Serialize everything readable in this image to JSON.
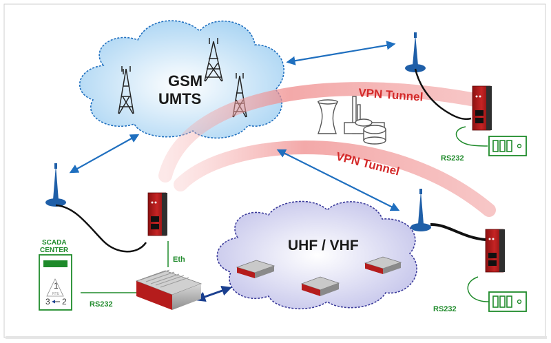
{
  "clouds": {
    "gsm_line1": "GSM",
    "gsm_line2": "UMTS",
    "uhf": "UHF / VHF"
  },
  "tunnels": {
    "upper": "VPN Tunnel",
    "lower": "VPN Tunnel"
  },
  "links": {
    "eth": "Eth",
    "rs232_left": "RS232",
    "rs232_top_right": "RS232",
    "rs232_bottom_right": "RS232"
  },
  "scada": {
    "line1": "SCADA",
    "line2": "CENTER",
    "rtu": "RTU",
    "n1": "1",
    "n2": "2",
    "n3": "3"
  },
  "colors": {
    "arrow": "#1f6fbf",
    "tunnel": "#f08a8a",
    "tunnel_text": "#d42a2a",
    "green": "#1e8a2a",
    "gsm_cloud": "#bfe0f6",
    "uhf_cloud": "#cfd0ee",
    "router_red": "#b51c1c"
  }
}
